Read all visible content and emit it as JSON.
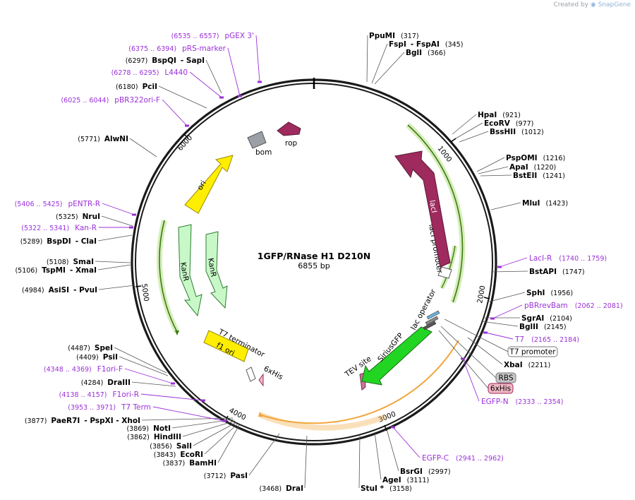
{
  "watermark": {
    "created_by": "Created by",
    "brand": "SnapGene"
  },
  "plasmid": {
    "name": "1GFP/RNase H1 D210N",
    "size": "6855 bp"
  },
  "ticks": [
    "1000",
    "2000",
    "3000",
    "4000",
    "5000",
    "6000"
  ],
  "features": {
    "rop": "rop",
    "bom": "bom",
    "ori": "ori",
    "kanR1": "KanR",
    "kanR2": "KanR",
    "f1ori": "f1 ori",
    "t7term": "T7 terminator",
    "his": "6xHis",
    "tev": "TEV site",
    "gfp": "SiriusGFP",
    "lacop": "lac operator",
    "lacprom": "lacI promoter",
    "lacI": "lacI"
  },
  "boxes": {
    "t7promoter": "T7 promoter",
    "rbs": "RBS",
    "his6": "6xHis"
  },
  "sites_right": [
    {
      "name": "PpuMI",
      "pos": "(317)"
    },
    {
      "name": "FspI",
      "sep": "- FspAI",
      "pos": "(345)"
    },
    {
      "name": "BglI",
      "pos": "(366)"
    },
    {
      "name": "HpaI",
      "pos": "(921)"
    },
    {
      "name": "EcoRV",
      "pos": "(977)"
    },
    {
      "name": "BssHII",
      "pos": "(1012)"
    },
    {
      "name": "PspOMI",
      "pos": "(1216)"
    },
    {
      "name": "ApaI",
      "pos": "(1220)"
    },
    {
      "name": "BstEII",
      "pos": "(1241)"
    },
    {
      "name": "MluI",
      "pos": "(1423)"
    },
    {
      "name": "BstAPI",
      "pos": "(1747)"
    },
    {
      "name": "SphI",
      "pos": "(1956)"
    },
    {
      "name": "SgrAI",
      "pos": "(2104)"
    },
    {
      "name": "BglII",
      "pos": "(2145)"
    },
    {
      "name": "XbaI",
      "pos": "(2211)"
    },
    {
      "name": "BsrGI",
      "pos": "(2997)"
    },
    {
      "name": "AgeI",
      "pos": "(3111)"
    },
    {
      "name": "StuI *",
      "pos": "(3158)"
    }
  ],
  "sites_left": [
    {
      "name": "BspQI",
      "sep": "- SapI",
      "pos": "(6297)"
    },
    {
      "name": "PciI",
      "pos": "(6180)"
    },
    {
      "name": "AlwNI",
      "pos": "(5771)"
    },
    {
      "name": "NruI",
      "pos": "(5325)"
    },
    {
      "name": "BspDI",
      "sep": "- ClaI",
      "pos": "(5289)"
    },
    {
      "name": "SmaI",
      "pos": "(5108)"
    },
    {
      "name": "TspMI",
      "sep": "- XmaI",
      "pos": "(5106)"
    },
    {
      "name": "AsiSI",
      "sep": "- PvuI",
      "pos": "(4984)"
    },
    {
      "name": "SpeI",
      "pos": "(4487)"
    },
    {
      "name": "PsiI",
      "pos": "(4409)"
    },
    {
      "name": "DraIII",
      "pos": "(4284)"
    },
    {
      "name": "PaeR7I",
      "sep": "- PspXI - XhoI",
      "pos": "(3877)"
    },
    {
      "name": "NotI",
      "pos": "(3869)"
    },
    {
      "name": "HindIII",
      "pos": "(3862)"
    },
    {
      "name": "SalI",
      "pos": "(3856)"
    },
    {
      "name": "EcoRI",
      "pos": "(3843)"
    },
    {
      "name": "BamHI",
      "pos": "(3837)"
    },
    {
      "name": "PasI",
      "pos": "(3712)"
    },
    {
      "name": "DraI",
      "pos": "(3468)"
    }
  ],
  "primers": [
    {
      "name": "pGEX 3'",
      "range": "(6535 .. 6557)"
    },
    {
      "name": "pRS-marker",
      "range": "(6375 .. 6394)"
    },
    {
      "name": "L4440",
      "range": "(6278 .. 6295)"
    },
    {
      "name": "pBR322ori-F",
      "range": "(6025 .. 6044)"
    },
    {
      "name": "pENTR-R",
      "range": "(5406 .. 5425)"
    },
    {
      "name": "Kan-R",
      "range": "(5322 .. 5341)"
    },
    {
      "name": "F1ori-F",
      "range": "(4348 .. 4369)"
    },
    {
      "name": "F1ori-R",
      "range": "(4138 .. 4157)"
    },
    {
      "name": "T7 Term",
      "range": "(3953 .. 3971)"
    },
    {
      "name": "LacI-R",
      "range": "(1740 .. 1759)"
    },
    {
      "name": "pBRrevBam",
      "range": "(2062 .. 2081)"
    },
    {
      "name": "T7",
      "range": "(2165 .. 2184)"
    },
    {
      "name": "EGFP-N",
      "range": "(2333 .. 2354)"
    },
    {
      "name": "EGFP-C",
      "range": "(2941 .. 2962)"
    }
  ],
  "colors": {
    "lacI": "#9e2a5e",
    "gfp": "#22d522",
    "ori": "#ffee00",
    "f1ori": "#ffee00",
    "kanR": "#c8f8c8",
    "rop": "#9e2a5e",
    "bom": "#9aa0a6",
    "primer": "#9b30d9",
    "orf_orange": "#f2a53a",
    "orf_green": "#8acd3a",
    "tev": "#c8789b",
    "his": "#f2b8c6"
  }
}
